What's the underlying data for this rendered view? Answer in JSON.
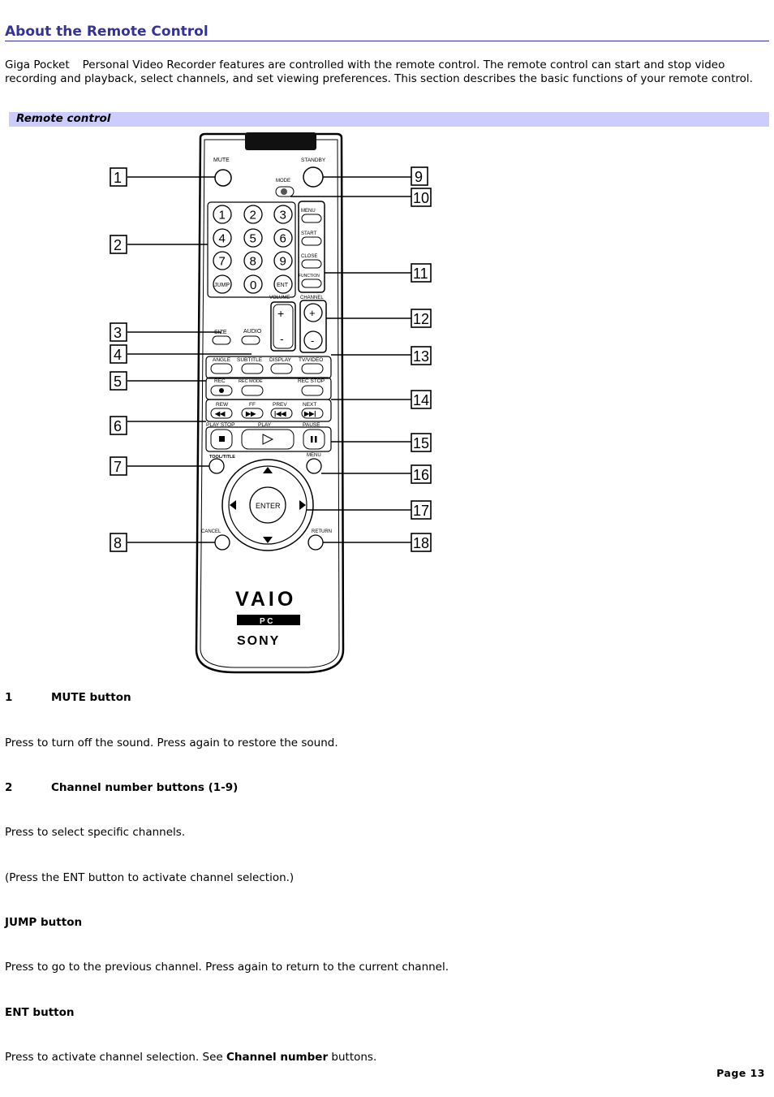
{
  "header": {
    "title": "About the Remote Control"
  },
  "intro": {
    "brand": "Giga Pocket",
    "text": "Personal Video Recorder features are controlled with the remote control. The remote control can start and stop video recording and playback, select channels, and set viewing preferences. This section describes the basic functions of your remote control."
  },
  "caption": "Remote control",
  "figure": {
    "callouts": [
      "1",
      "2",
      "3",
      "4",
      "5",
      "6",
      "7",
      "8",
      "9",
      "10",
      "11",
      "12",
      "13",
      "14",
      "15",
      "16",
      "17",
      "18"
    ],
    "labels": {
      "mute": "MUTE",
      "standby": "STANDBY",
      "mode": "MODE",
      "menu": "MENU",
      "start": "START",
      "close": "CLOSE",
      "function": "FUNCTION",
      "volume": "VOLUME",
      "channel": "CHANNEL",
      "size": "SIZE",
      "audio": "AUDIO",
      "angle": "ANGLE",
      "subtitle": "SUBTITLE",
      "display": "DISPLAY",
      "tvvideo": "TV/VIDEO",
      "rec": "REC",
      "recmode": "REC MODE",
      "recstop": "REC STOP",
      "rew": "REW",
      "ff": "FF",
      "prev": "PREV",
      "next": "NEXT",
      "playstop": "PLAY STOP",
      "play": "PLAY",
      "pause": "PAUSE",
      "tooltitle": "TOOL/TITLE",
      "menu2": "MENU",
      "enter": "ENTER",
      "cancel": "CANCEL",
      "return": "RETURN",
      "jump": "JUMP",
      "zero": "0",
      "ent": "ENT",
      "digits": [
        "1",
        "2",
        "3",
        "4",
        "5",
        "6",
        "7",
        "8",
        "9"
      ],
      "plus": "+",
      "minus": "-",
      "vaio": "VAIO",
      "pc": "P C",
      "sony": "SONY"
    }
  },
  "entries": [
    {
      "num": "1",
      "label": "MUTE button"
    },
    {
      "text": "Press to turn off the sound. Press again to restore the sound."
    },
    {
      "num": "2",
      "label": "Channel number buttons (1-9)"
    },
    {
      "text": "Press to select specific channels."
    },
    {
      "text": "(Press the ENT button to activate channel selection.)"
    },
    {
      "label": "JUMP button"
    },
    {
      "text": "Press to go to the previous channel. Press again to return to the current channel."
    },
    {
      "label": "ENT button"
    },
    {
      "text_pre": "Press to activate channel selection. See ",
      "text_bold": "Channel number",
      "text_post": " buttons."
    }
  ],
  "footer": {
    "page": "Page 13"
  }
}
